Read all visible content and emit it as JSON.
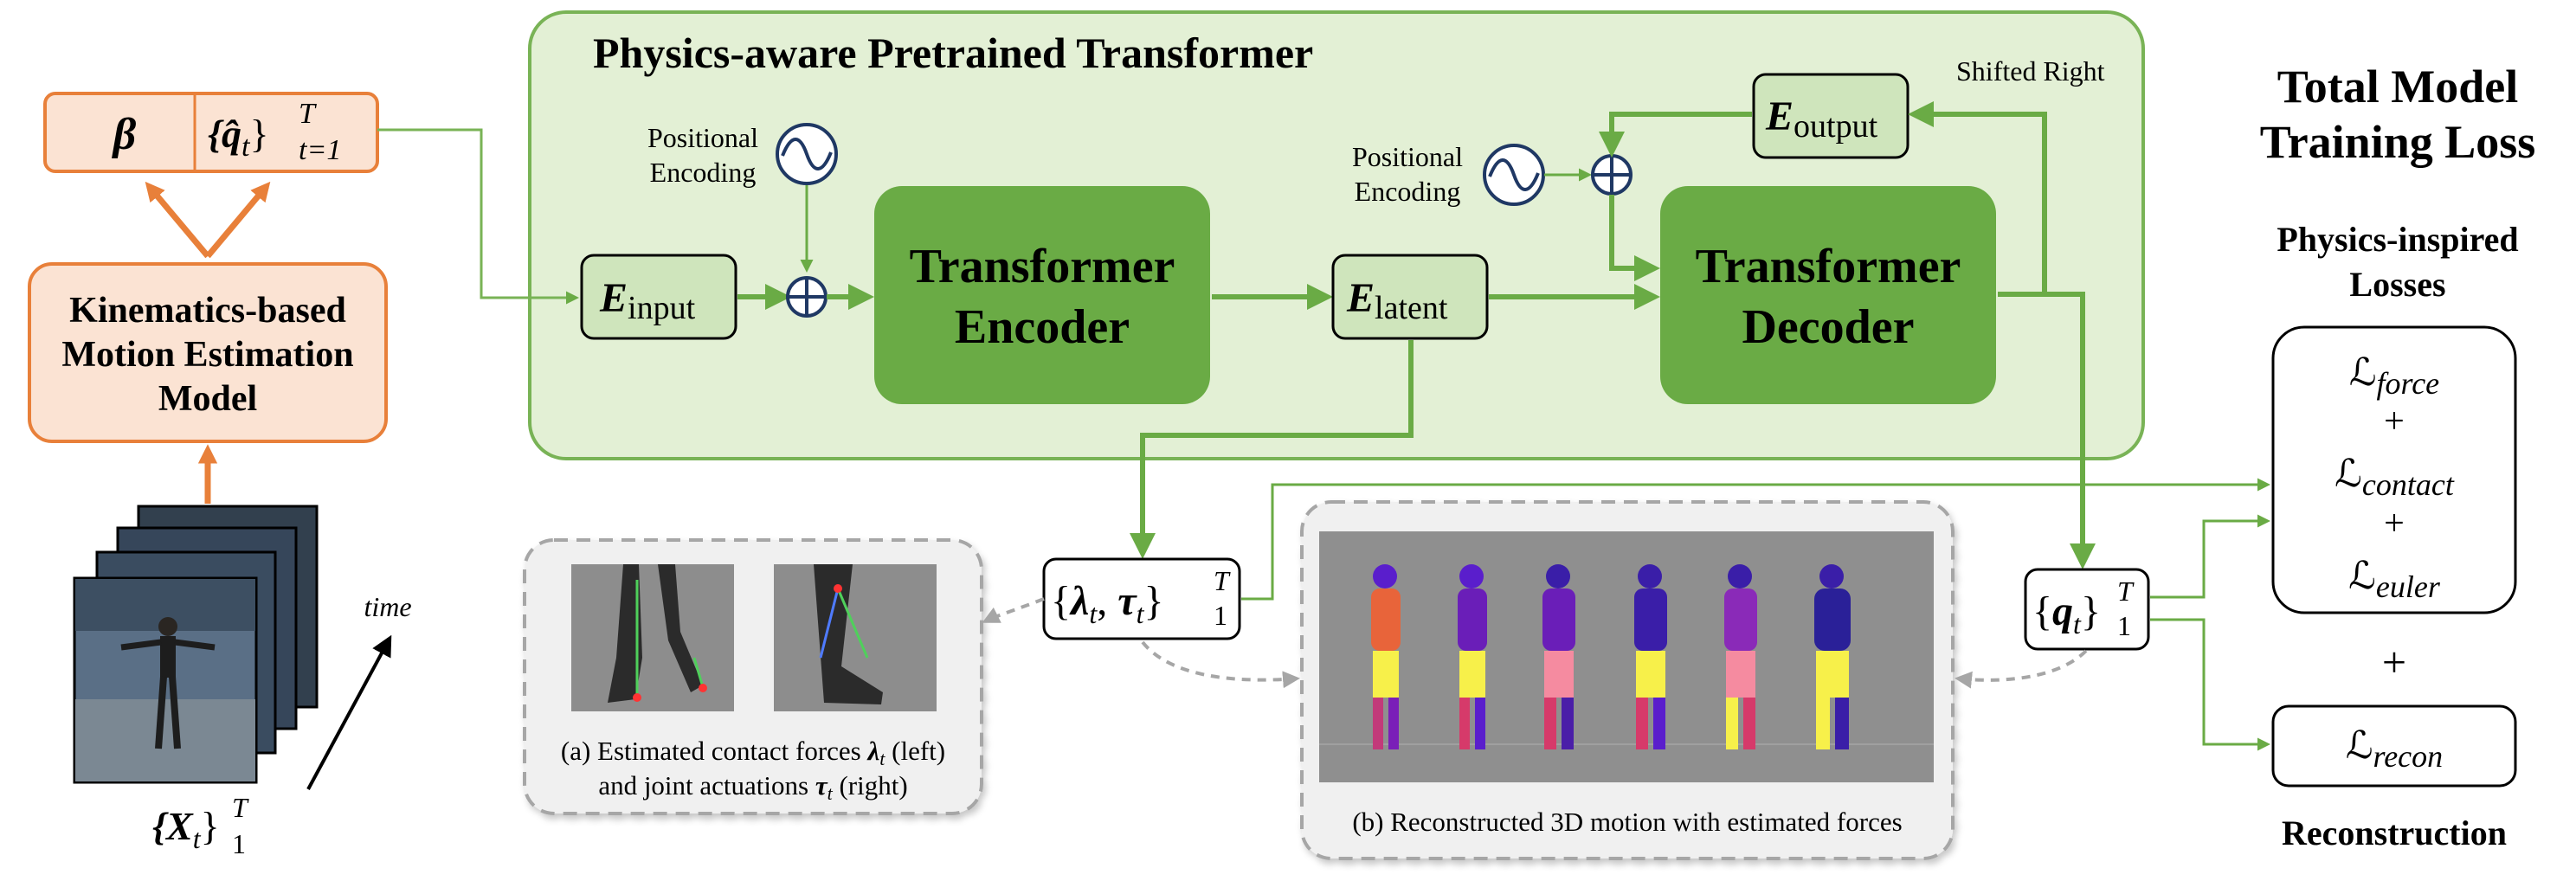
{
  "colors": {
    "green_dark": "#6aab45",
    "green_panel": "#e3f0d5",
    "green_border": "#79b356",
    "green_light_box": "#cfe5bc",
    "orange_border": "#e8803a",
    "orange_fill": "#fbe3d3",
    "navy": "#1f3864",
    "gray_dash": "#a6a6a6"
  },
  "panel": {
    "title": "Physics-aware Pretrained Transformer"
  },
  "input_box": {
    "beta": "β",
    "q_hat": "{q̂",
    "q_hat_sub": "t",
    "q_hat_rest": "}",
    "q_hat_sup": "T",
    "q_hat_range": "t=1"
  },
  "kinematics_model": {
    "line1": "Kinematics-based",
    "line2": "Motion Estimation",
    "line3": "Model"
  },
  "frames_label": {
    "main": "{X",
    "sub": "t",
    "close": "}",
    "sup": "T",
    "lower": "1"
  },
  "time_label": "time",
  "positional_encoding_left": {
    "line1": "Positional",
    "line2": "Encoding"
  },
  "positional_encoding_right": {
    "line1": "Positional",
    "line2": "Encoding"
  },
  "e_input": {
    "main": "E",
    "sub": "input"
  },
  "e_latent": {
    "main": "E",
    "sub": "latent"
  },
  "e_output": {
    "main": "E",
    "sub": "output"
  },
  "encoder": {
    "line1": "Transformer",
    "line2": "Encoder"
  },
  "decoder": {
    "line1": "Transformer",
    "line2": "Decoder"
  },
  "shifted_right": "Shifted Right",
  "lambda_tau": {
    "open": "{",
    "lam": "λ",
    "lam_sub": "t",
    "comma": ", ",
    "tau": "τ",
    "tau_sub": "t",
    "close": "}",
    "sup": "T",
    "lower": "1"
  },
  "q_output": {
    "open": "{",
    "q": "q",
    "q_sub": "t",
    "close": "}",
    "sup": "T",
    "lower": "1"
  },
  "caption_a": {
    "line1_pre": "(a) Estimated contact forces ",
    "lam": "λ",
    "lam_sub": "t",
    "line1_post": " (left)",
    "line2_pre": "and joint actuations ",
    "tau": "τ",
    "tau_sub": "t",
    "line2_post": " (right)"
  },
  "caption_b": "(b) Reconstructed 3D motion with estimated forces",
  "loss_panel": {
    "title_line1": "Total Model",
    "title_line2": "Training Loss",
    "physics_line1": "Physics-inspired",
    "physics_line2": "Losses",
    "l_force": "force",
    "l_contact": "contact",
    "l_euler": "euler",
    "l_recon": "recon",
    "L": "ℒ",
    "plus": "+",
    "reconstruction": "Reconstruction"
  }
}
